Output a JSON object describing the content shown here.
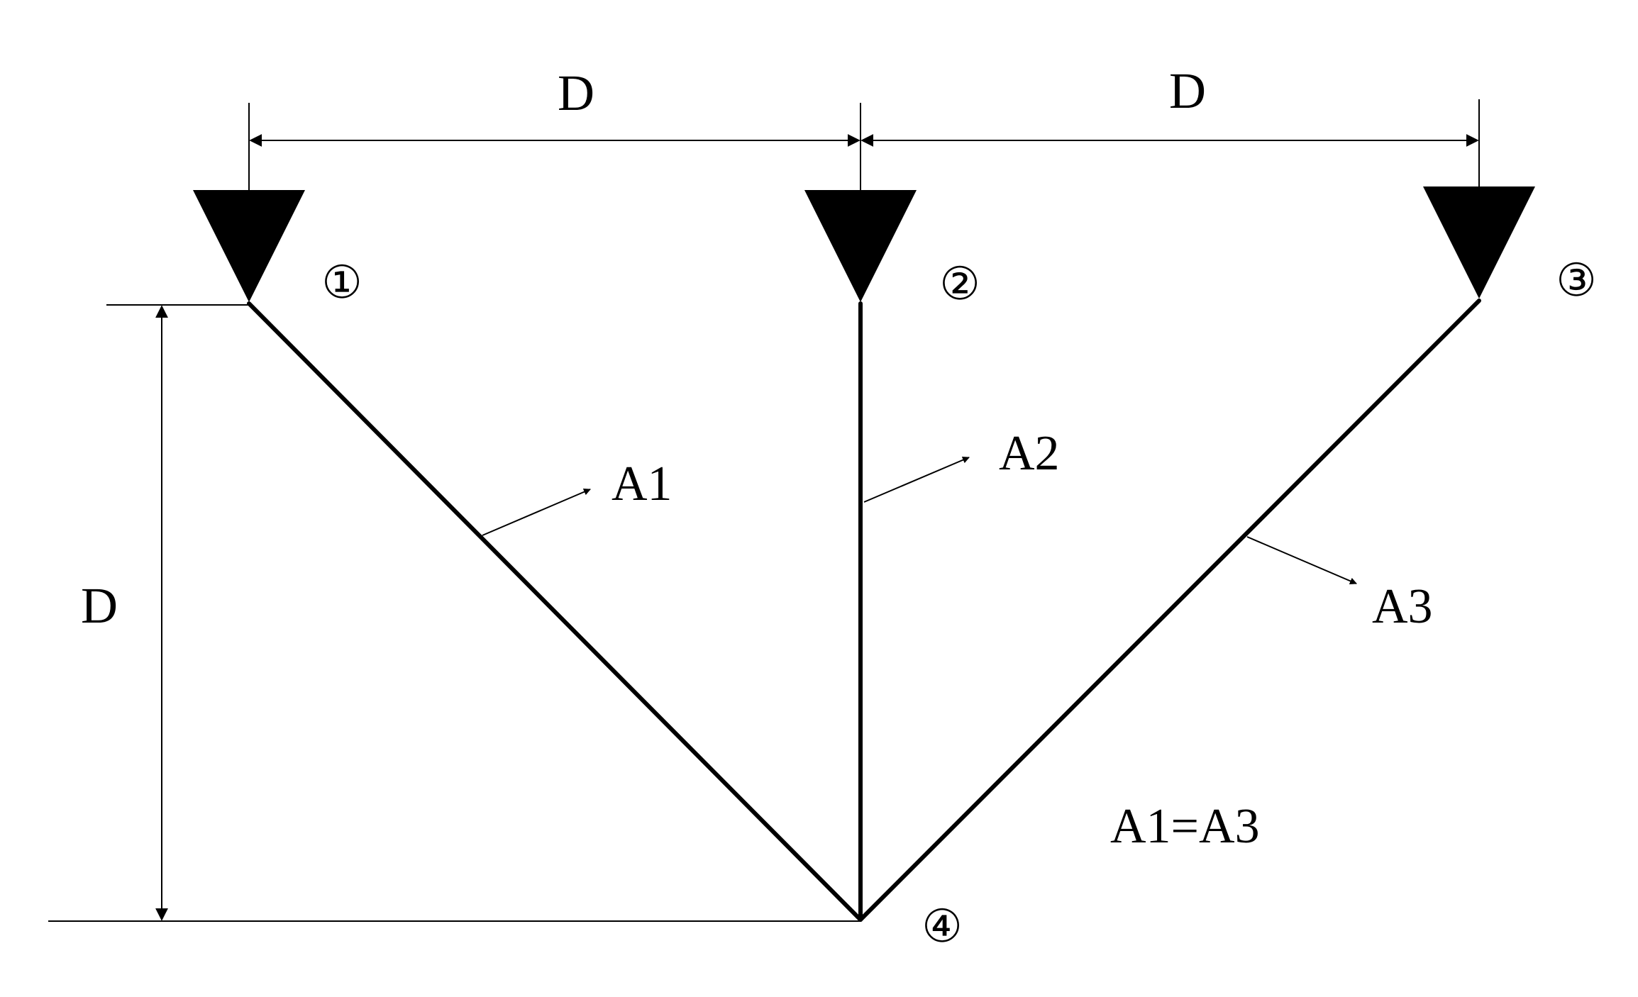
{
  "dimensions": {
    "span_left": "D",
    "span_right": "D",
    "height": "D"
  },
  "nodes": [
    {
      "id": "1",
      "label": "①"
    },
    {
      "id": "2",
      "label": "②"
    },
    {
      "id": "3",
      "label": "③"
    },
    {
      "id": "4",
      "label": "④"
    }
  ],
  "members": [
    {
      "id": "A1",
      "label": "A1"
    },
    {
      "id": "A2",
      "label": "A2"
    },
    {
      "id": "A3",
      "label": "A3"
    }
  ],
  "note": "A1=A3",
  "colors": {
    "ink": "#000000",
    "background": "#ffffff"
  }
}
